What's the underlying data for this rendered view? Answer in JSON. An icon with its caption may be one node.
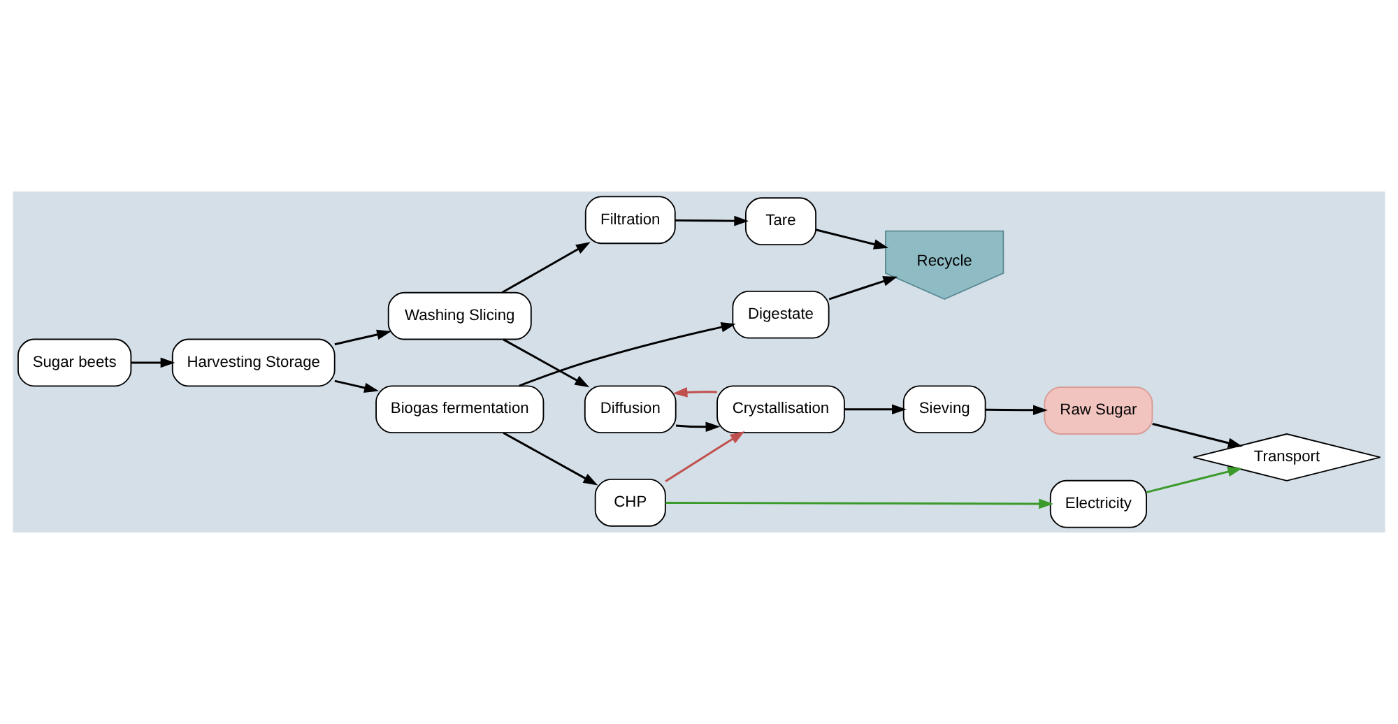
{
  "diagram": {
    "nodes": [
      {
        "text": [
          "Sugar beets"
        ]
      },
      {
        "text": [
          "Harvesting Storage"
        ]
      },
      {
        "text": [
          "Washing Slicing"
        ]
      },
      {
        "text": [
          "Diffusion"
        ]
      },
      {
        "text": [
          "Crystallisation"
        ]
      },
      {
        "text": [
          "Sieving"
        ]
      },
      {
        "text": [
          "Raw Sugar"
        ]
      },
      {
        "text": [
          "Transport"
        ]
      },
      {
        "text": [
          "Filtration"
        ]
      },
      {
        "text": [
          "Biogas fermentation"
        ]
      },
      {
        "text": [
          "CHP"
        ]
      },
      {
        "text": [
          "Electricity"
        ]
      },
      {
        "text": [
          "Tare"
        ]
      },
      {
        "text": [
          "Digestate"
        ]
      },
      {
        "text": [
          "Recycle"
        ]
      }
    ],
    "edges": [
      {
        "from": 0,
        "to": 1,
        "arrow": "to"
      },
      {
        "from": 1,
        "to": 2,
        "arrow": "to"
      },
      {
        "from": 2,
        "to": 3,
        "arrow": "to"
      },
      {
        "from": 3,
        "to": 4,
        "arrow": "to"
      },
      {
        "from": 4,
        "to": 5,
        "arrow": "to"
      },
      {
        "from": 5,
        "to": 6,
        "arrow": "to"
      },
      {
        "from": 6,
        "to": 7,
        "arrow": "to"
      },
      {
        "from": 4,
        "to": 3,
        "arrow": "to",
        "color": "#c0504d"
      },
      {
        "from": 2,
        "to": 8,
        "arrow": "to"
      },
      {
        "from": 1,
        "to": 9,
        "arrow": "to"
      },
      {
        "from": 9,
        "to": 10,
        "arrow": "to"
      },
      {
        "from": 10,
        "to": 4,
        "arrow": "to",
        "color": "#c0504d"
      },
      {
        "from": 10,
        "to": 11,
        "arrow": "to",
        "color": "#3a9a2a"
      },
      {
        "from": 11,
        "to": 7,
        "arrow": "to",
        "color": "#3a9a2a"
      },
      {
        "from": 8,
        "to": 12,
        "arrow": "to"
      },
      {
        "from": 9,
        "to": 13,
        "arrow": "to"
      },
      {
        "from": 12,
        "to": 14,
        "arrow": "to"
      },
      {
        "from": 13,
        "to": 14,
        "arrow": "to"
      }
    ]
  }
}
